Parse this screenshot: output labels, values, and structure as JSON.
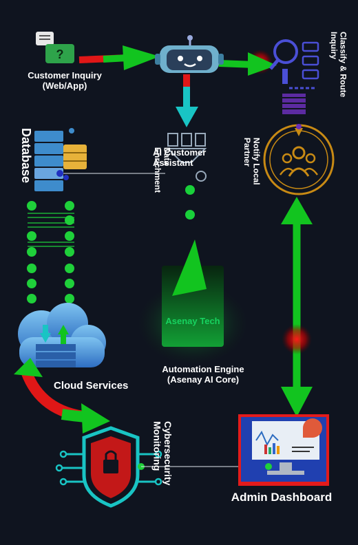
{
  "nodes": {
    "customer_inquiry": "Customer Inquiry\n(Web/App)",
    "classify_route": "Classify & Route Inquiry",
    "ai_assistant": "AI Customer Assistant",
    "data_enrichment": "Data Enrichment",
    "notify_partner": "Notify Local Partner",
    "database": "Database",
    "automation_engine": "Automation Engine\n(Asenay AI Core)",
    "box_brand": "Asenay Tech",
    "cloud_services": "Cloud Services",
    "cybersecurity": "Cybersecurity Monitoring",
    "admin_dashboard": "Admin Dashboard"
  },
  "colors": {
    "background": "#0f141f",
    "arrow_green": "#12c41f",
    "arrow_red": "#e01717",
    "arrow_teal": "#19c4c4",
    "connector_dots": "#1fd03a",
    "brand_box": "#0f7a2a"
  }
}
